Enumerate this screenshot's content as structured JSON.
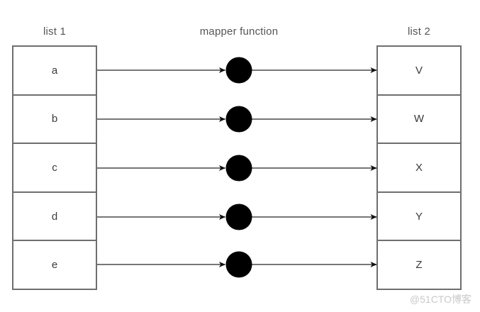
{
  "diagram": {
    "headings": {
      "list1": "list 1",
      "mapper": "mapper function",
      "list2": "list 2"
    },
    "list1": {
      "title": "list 1",
      "items": [
        "a",
        "b",
        "c",
        "d",
        "e"
      ]
    },
    "list2": {
      "title": "list 2",
      "items": [
        "V",
        "W",
        "X",
        "Y",
        "Z"
      ]
    },
    "mapper": {
      "label": "mapper function",
      "node_count": 5,
      "node_shape": "filled-circle"
    },
    "mappings": [
      {
        "from": "a",
        "to": "V"
      },
      {
        "from": "b",
        "to": "W"
      },
      {
        "from": "c",
        "to": "X"
      },
      {
        "from": "d",
        "to": "Y"
      },
      {
        "from": "e",
        "to": "Z"
      }
    ],
    "colors": {
      "background": "#ffffff",
      "box_border": "#6e6e6e",
      "text": "#3a3a3a",
      "heading_text": "#555555",
      "arrow": "#777777",
      "node_fill": "#000000",
      "watermark": "#c9c9c9"
    }
  },
  "watermark": {
    "text": "@51CTO博客"
  }
}
